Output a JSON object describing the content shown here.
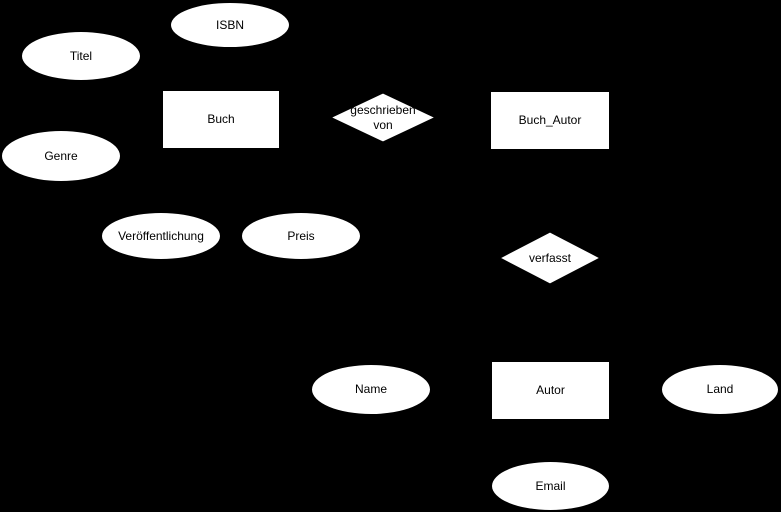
{
  "colors": {
    "canvas_background": "#000000",
    "shape_fill": "#ffffff",
    "shape_text": "#000000"
  },
  "diagram": {
    "kind": "entity-relationship",
    "entities": [
      {
        "label": "Buch"
      },
      {
        "label": "Buch_Autor"
      },
      {
        "label": "Autor"
      }
    ],
    "relationships": [
      {
        "label": "geschrieben\nvon"
      },
      {
        "label": "verfasst"
      }
    ],
    "attributes": [
      {
        "label": "ISBN"
      },
      {
        "label": "Titel"
      },
      {
        "label": "Genre"
      },
      {
        "label": "Veröffentlichung"
      },
      {
        "label": "Preis"
      },
      {
        "label": "Name"
      },
      {
        "label": "Land"
      },
      {
        "label": "Email"
      }
    ]
  }
}
